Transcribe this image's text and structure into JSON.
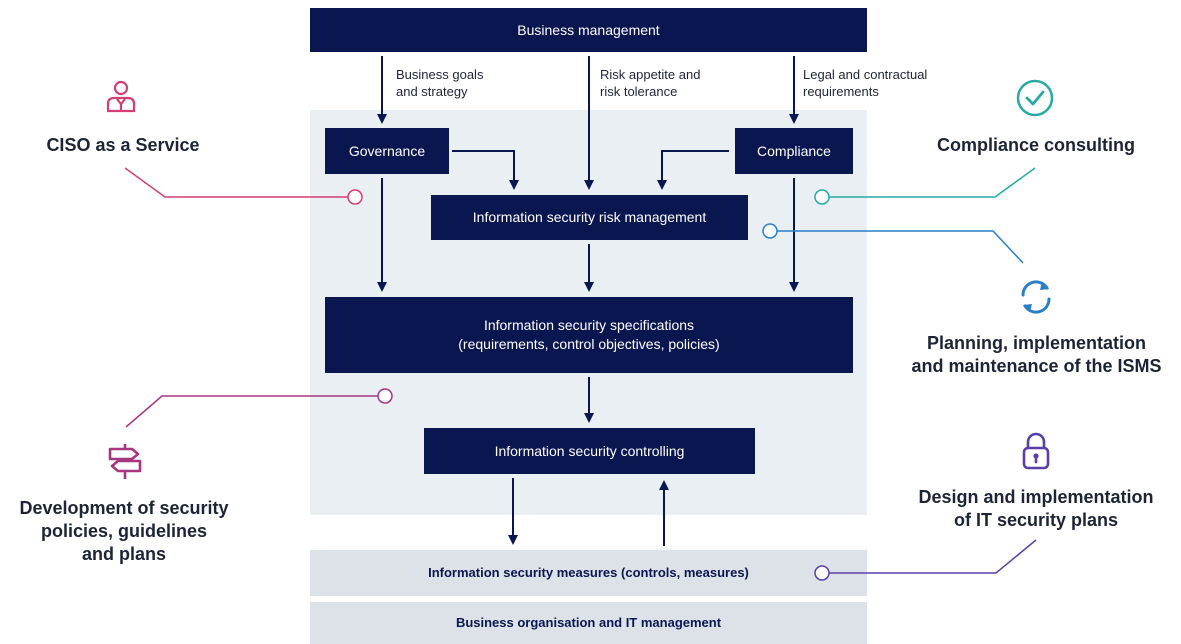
{
  "top": {
    "label": "Business management"
  },
  "inputs": [
    {
      "line1": "Business goals",
      "line2": "and strategy"
    },
    {
      "line1": "Risk appetite and",
      "line2": "risk tolerance"
    },
    {
      "line1": "Legal and contractual",
      "line2": "requirements"
    }
  ],
  "nodes": {
    "governance": "Governance",
    "compliance": "Compliance",
    "risk": "Information security risk management",
    "specs_line1": "Information security specifications",
    "specs_line2": "(requirements, control objectives, policies)",
    "controlling": "Information security controlling",
    "measures": "Information security measures (controls, measures)",
    "business_org": "Business organisation and IT management"
  },
  "services": {
    "ciso": {
      "line1": "CISO as a Service",
      "color": "#d43f72",
      "icon": "person-icon"
    },
    "compliance": {
      "line1": "Compliance consulting",
      "color": "#27a9a4",
      "icon": "checkmark-icon"
    },
    "isms": {
      "line1": "Planning, implementation",
      "line2": "and maintenance of the ISMS",
      "color": "#2a7fc9",
      "icon": "refresh-icon"
    },
    "policies": {
      "line1": "Development of security",
      "line2": "policies, guidelines",
      "line3": "and plans",
      "color": "#a8357f",
      "icon": "signpost-icon"
    },
    "plans": {
      "line1": "Design and implementation",
      "line2": "of IT security plans",
      "color": "#5b3fa8",
      "icon": "padlock-icon"
    }
  },
  "colors": {
    "navy": "#0a1650",
    "panel": "#eaeff4",
    "light_box": "#dde2e8"
  }
}
